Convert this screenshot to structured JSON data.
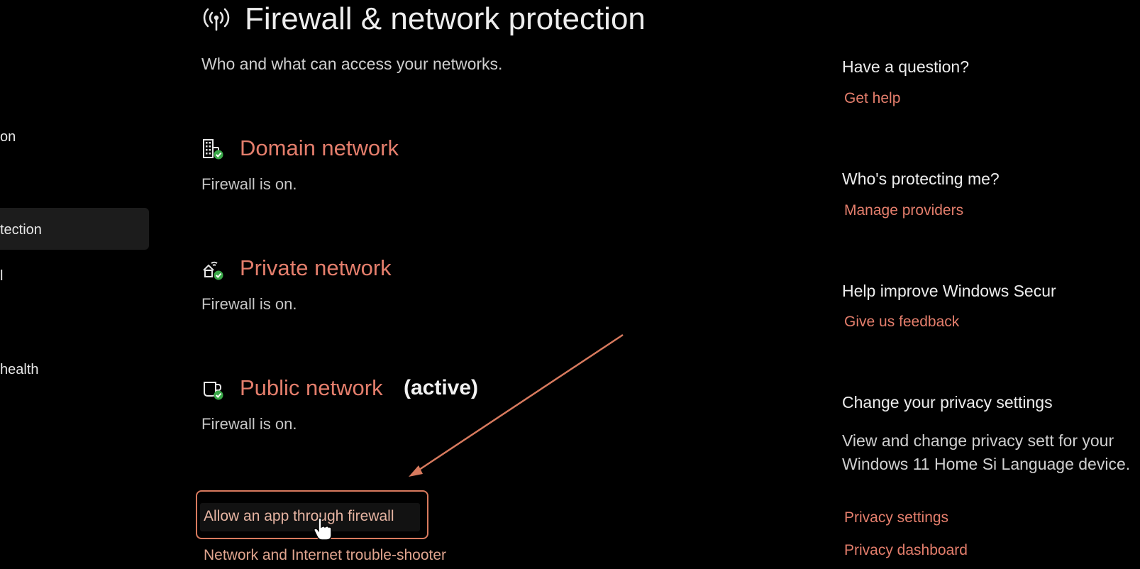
{
  "sidebar": {
    "items": [
      {
        "label": "on"
      },
      {
        "label": "tection"
      },
      {
        "label": "l"
      },
      {
        "label": "health"
      }
    ]
  },
  "header": {
    "title": "Firewall & network protection",
    "subtitle": "Who and what can access your networks.",
    "icon": "wireless-antenna-icon"
  },
  "networks": [
    {
      "title": "Domain network",
      "status": "Firewall is on.",
      "icon": "domain-building-icon",
      "badge": ""
    },
    {
      "title": "Private network",
      "status": "Firewall is on.",
      "icon": "private-network-icon",
      "badge": ""
    },
    {
      "title": "Public network",
      "status": "Firewall is on.",
      "icon": "public-network-icon",
      "badge": "(active)"
    }
  ],
  "links": {
    "allow_app": "Allow an app through firewall",
    "troubleshooter": "Network and Internet trouble-shooter"
  },
  "right_panel": {
    "question_heading": "Have a question?",
    "get_help": "Get help",
    "protecting_heading": "Who's protecting me?",
    "manage_providers": "Manage providers",
    "improve_heading": "Help improve Windows Secur",
    "feedback": "Give us feedback",
    "privacy_heading": "Change your privacy settings",
    "privacy_text": "View and change privacy sett for your Windows 11 Home Si Language device.",
    "privacy_settings": "Privacy settings",
    "privacy_dashboard": "Privacy dashboard"
  },
  "colors": {
    "accent": "#e47e6c",
    "check_green": "#3aa849",
    "annotation": "#d87a5e"
  }
}
